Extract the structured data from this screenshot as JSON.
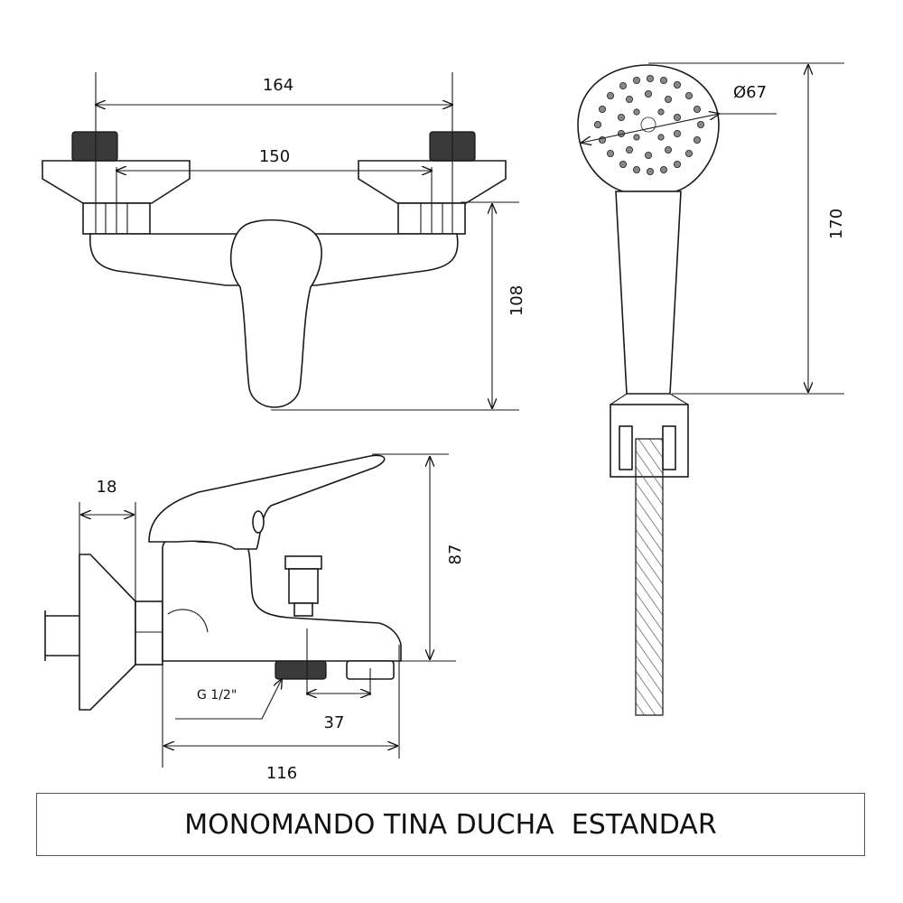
{
  "title": "MONOMANDO TINA DUCHA  ESTANDAR",
  "dimensions": {
    "d164": "164",
    "d150": "150",
    "d108": "108",
    "d67": "Ø67",
    "d170": "170",
    "d18": "18",
    "d87": "87",
    "thread": "G 1/2\"",
    "d37": "37",
    "d116": "116"
  }
}
